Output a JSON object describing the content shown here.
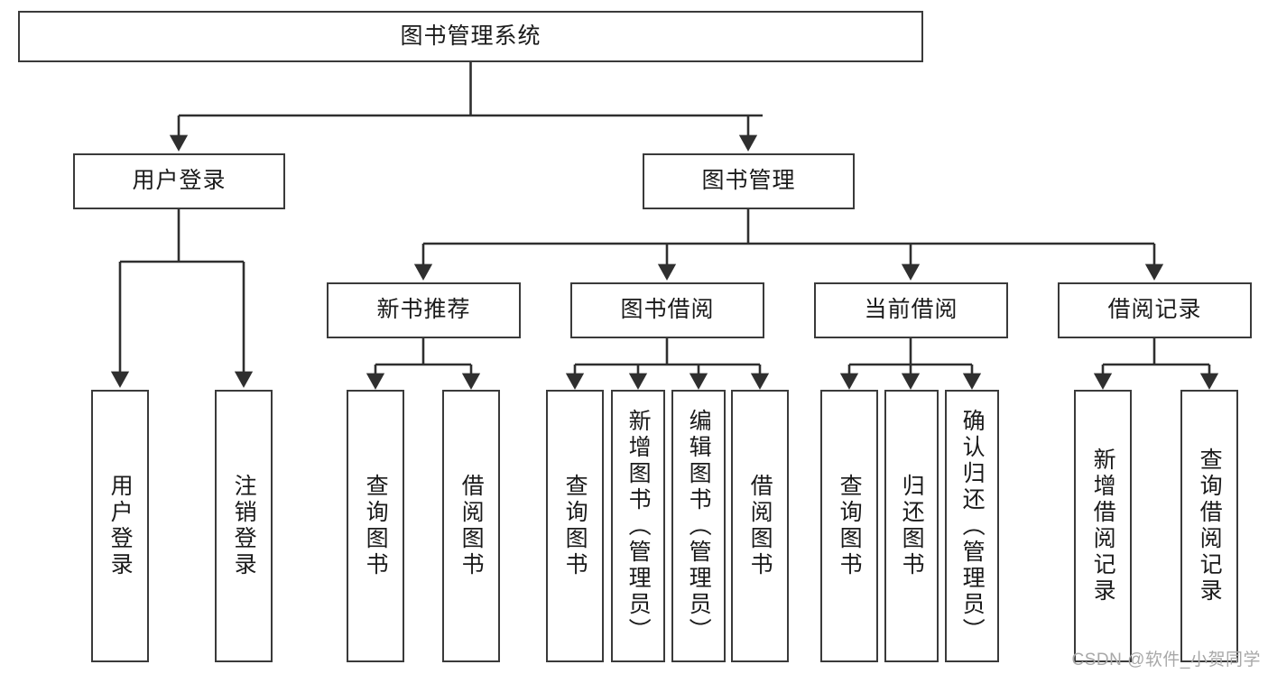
{
  "diagram": {
    "type": "tree",
    "title": "图书管理系统",
    "root": {
      "label": "图书管理系统"
    },
    "level2": [
      {
        "label": "用户登录"
      },
      {
        "label": "图书管理"
      }
    ],
    "level3": [
      {
        "label": "新书推荐"
      },
      {
        "label": "图书借阅"
      },
      {
        "label": "当前借阅"
      },
      {
        "label": "借阅记录"
      }
    ],
    "leaves": {
      "user_login": [
        {
          "label": "用户登录"
        },
        {
          "label": "注销登录"
        }
      ],
      "new_book_recommend": [
        {
          "label": "查询图书"
        },
        {
          "label": "借阅图书"
        }
      ],
      "book_borrow": [
        {
          "label": "查询图书"
        },
        {
          "label": "新增图书（管理员）"
        },
        {
          "label": "编辑图书（管理员）"
        },
        {
          "label": "借阅图书"
        }
      ],
      "current_borrow": [
        {
          "label": "查询图书"
        },
        {
          "label": "归还图书"
        },
        {
          "label": "确认归还（管理员）"
        }
      ],
      "borrow_record": [
        {
          "label": "新增借阅记录"
        },
        {
          "label": "查询借阅记录"
        }
      ]
    }
  },
  "watermark": {
    "text": "CSDN @软件_小贺同学"
  },
  "colors": {
    "box_border": "#3a3a3a",
    "box_fill": "#ffffff",
    "connector": "#2f2f2f",
    "text": "#1a1a1a",
    "watermark": "#a8a8a8"
  }
}
